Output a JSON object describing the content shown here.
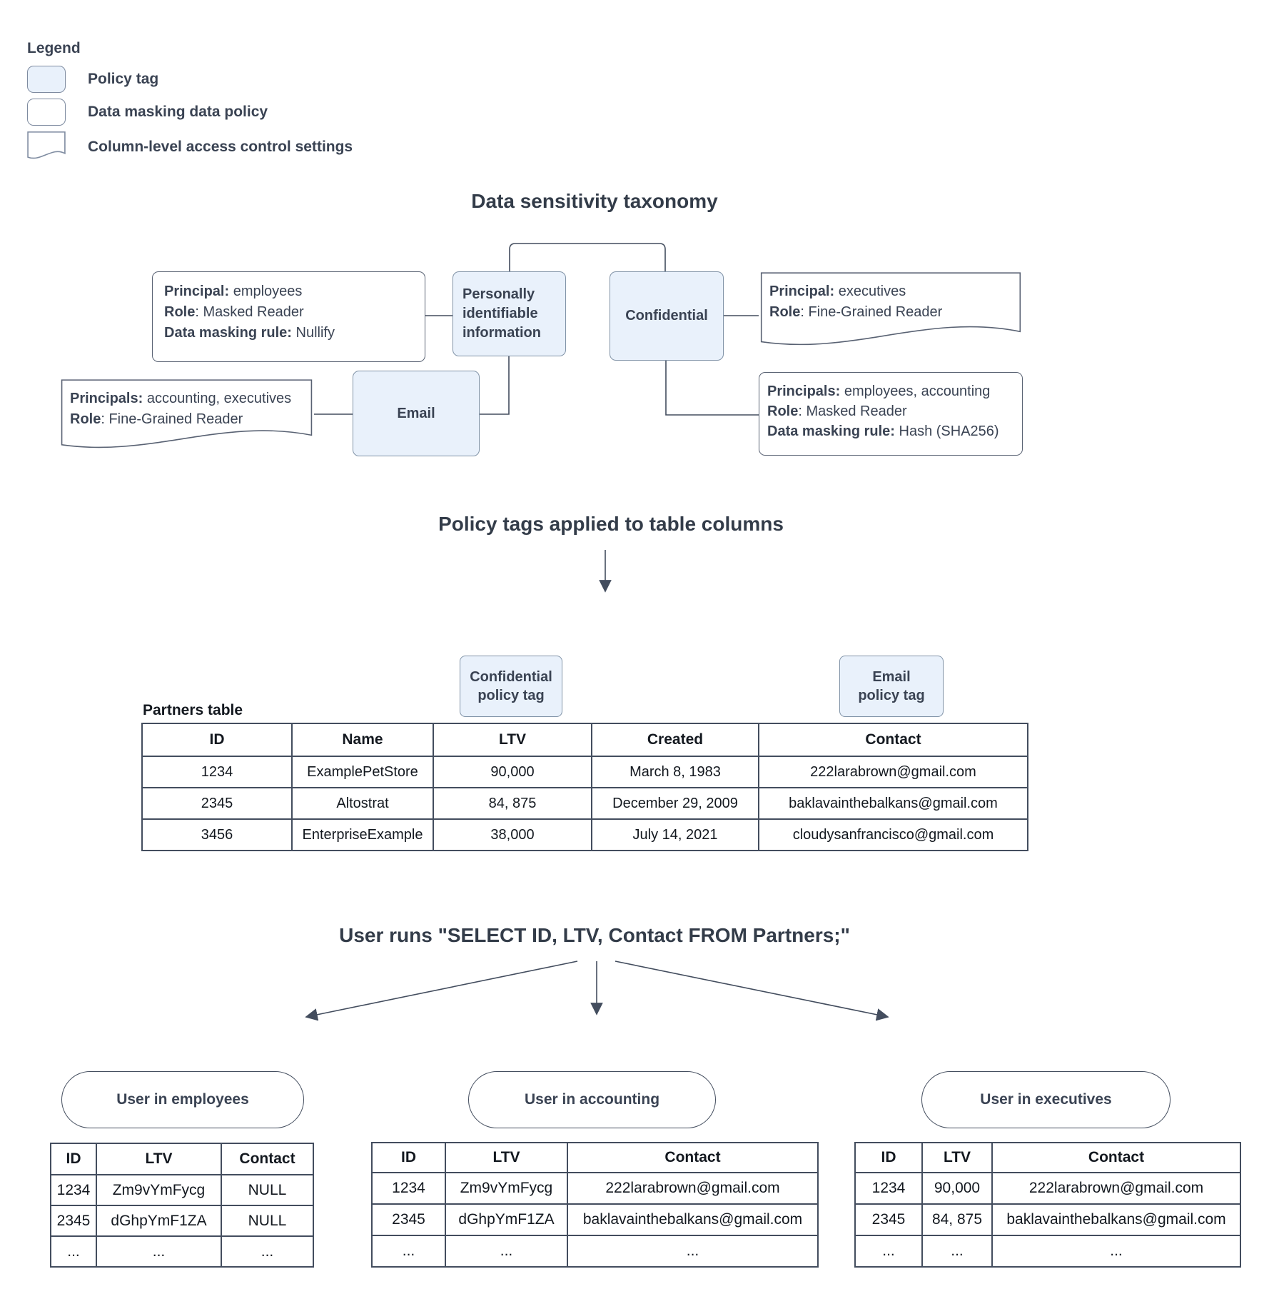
{
  "colors": {
    "policy_tag_fill": "#e9f1fb",
    "policy_tag_border": "#8193a7",
    "box_border": "#596273",
    "line_color": "#434d5e",
    "text_color": "#3a4353",
    "table_border": "#434d5e"
  },
  "legend": {
    "title": "Legend",
    "items": [
      {
        "shape": "policy-tag",
        "label": "Policy tag"
      },
      {
        "shape": "data-masking-policy",
        "label": "Data masking data policy"
      },
      {
        "shape": "column-access-control",
        "label": "Column-level access control settings"
      }
    ]
  },
  "taxonomy": {
    "title": "Data sensitivity taxonomy",
    "nodes": {
      "pii": {
        "label": "Personally identifiable information"
      },
      "confidential": {
        "label": "Confidential"
      },
      "email": {
        "label": "Email"
      }
    },
    "notes": {
      "employees_policy": {
        "shape": "data-masking-policy",
        "lines": [
          {
            "b": "Principal:",
            "r": " employees"
          },
          {
            "b": "Role",
            "r": ": Masked Reader"
          },
          {
            "b": "Data masking rule:",
            "r": " Nullify"
          }
        ]
      },
      "accounting_access": {
        "shape": "column-access-control",
        "lines": [
          {
            "b": "Principals:",
            "r": " accounting, executives"
          },
          {
            "b": "Role",
            "r": ": Fine-Grained Reader"
          }
        ]
      },
      "executives_access": {
        "shape": "column-access-control",
        "lines": [
          {
            "b": "Principal:",
            "r": " executives"
          },
          {
            "b": "Role",
            "r": ": Fine-Grained Reader"
          }
        ]
      },
      "hash_policy": {
        "shape": "data-masking-policy",
        "lines": [
          {
            "b": "Principals:",
            "r": " employees, accounting"
          },
          {
            "b": "Role",
            "r": ": Masked Reader"
          },
          {
            "b": "Data masking rule:",
            "r": " Hash (SHA256)"
          }
        ]
      }
    }
  },
  "applied": {
    "title": "Policy tags applied to table columns",
    "table_label": "Partners table",
    "tags": {
      "confidential": {
        "lines": [
          "Confidential",
          "policy tag"
        ]
      },
      "email": {
        "lines": [
          "Email",
          "policy tag"
        ]
      }
    },
    "partners_table": {
      "headers": [
        "ID",
        "Name",
        "LTV",
        "Created",
        "Contact"
      ],
      "rows": [
        [
          "1234",
          "ExamplePetStore",
          "90,000",
          "March 8, 1983",
          "222larabrown@gmail.com"
        ],
        [
          "2345",
          "Altostrat",
          "84, 875",
          "December 29, 2009",
          "baklavainthebalkans@gmail.com"
        ],
        [
          "3456",
          "EnterpriseExample",
          "38,000",
          "July 14, 2021",
          "cloudysanfrancisco@gmail.com"
        ]
      ]
    }
  },
  "query": {
    "title": "User runs \"SELECT ID, LTV, Contact FROM Partners;\"",
    "results": [
      {
        "user": "User in employees",
        "table": {
          "headers": [
            "ID",
            "LTV",
            "Contact"
          ],
          "rows": [
            [
              "1234",
              "Zm9vYmFycg",
              "NULL"
            ],
            [
              "2345",
              "dGhpYmF1ZA",
              "NULL"
            ],
            [
              "...",
              "...",
              "..."
            ]
          ]
        }
      },
      {
        "user": "User in accounting",
        "table": {
          "headers": [
            "ID",
            "LTV",
            "Contact"
          ],
          "rows": [
            [
              "1234",
              "Zm9vYmFycg",
              "222larabrown@gmail.com"
            ],
            [
              "2345",
              "dGhpYmF1ZA",
              "baklavainthebalkans@gmail.com"
            ],
            [
              "...",
              "...",
              "..."
            ]
          ]
        }
      },
      {
        "user": "User in executives",
        "table": {
          "headers": [
            "ID",
            "LTV",
            "Contact"
          ],
          "rows": [
            [
              "1234",
              "90,000",
              "222larabrown@gmail.com"
            ],
            [
              "2345",
              "84, 875",
              "baklavainthebalkans@gmail.com"
            ],
            [
              "...",
              "...",
              "..."
            ]
          ]
        }
      }
    ]
  }
}
